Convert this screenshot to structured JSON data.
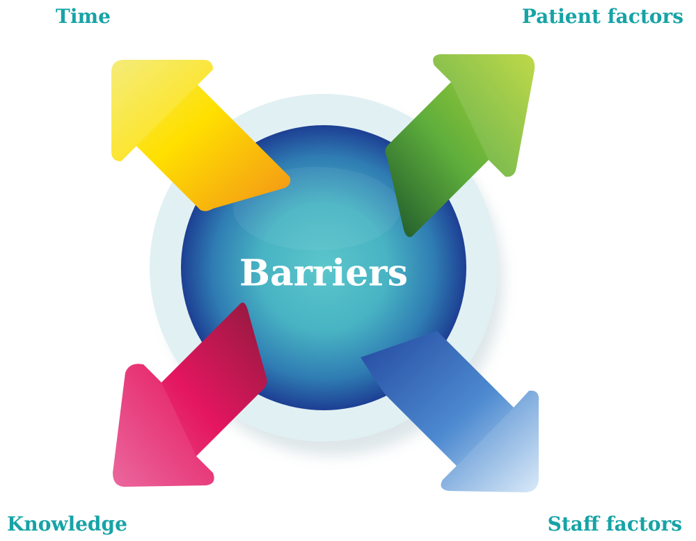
{
  "labels": {
    "center": "Barriers",
    "top_left": "Time",
    "top_right": "Patient factors",
    "bottom_left": "Knowledge",
    "bottom_right": "Staff factors"
  },
  "colors": {
    "label_text": "#16a3a6",
    "center_text": "#ffffff",
    "ring": "#e1f0f3",
    "sphere_core": "#55c2c8",
    "sphere_edge": "#1d4a9a",
    "arrow_time": [
      "#f3e85a",
      "#ffe000",
      "#f59a1e"
    ],
    "arrow_patient": [
      "#b7d433",
      "#66b33f",
      "#1e5d2a"
    ],
    "arrow_knowledge": [
      "#e84a90",
      "#e4165f",
      "#9a1a40"
    ],
    "arrow_staff": [
      "#2c55a8",
      "#4d8ad0",
      "#cfe3f6"
    ]
  },
  "icons": {
    "time": "arrow-up-left-icon",
    "patient": "arrow-up-right-icon",
    "knowledge": "arrow-down-left-icon",
    "staff": "arrow-down-right-icon"
  }
}
